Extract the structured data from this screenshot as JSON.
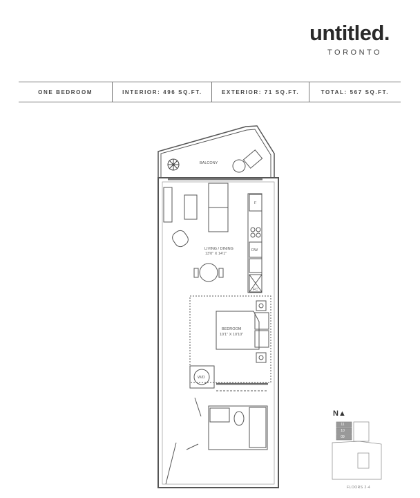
{
  "brand": {
    "name": "untitled.",
    "city": "TORONTO"
  },
  "specs": [
    {
      "label": "ONE BEDROOM"
    },
    {
      "label": "INTERIOR: 496 SQ.FT."
    },
    {
      "label": "EXTERIOR: 71 SQ.FT."
    },
    {
      "label": "TOTAL: 567 SQ.FT."
    }
  ],
  "plan": {
    "balcony": "BALCONY",
    "living": {
      "name": "LIVING / DINING",
      "size": "13'0\" X 14'1\""
    },
    "bedroom": {
      "name": "BEDROOM",
      "size": "10'1\" X 10'10\""
    },
    "fridge": "F",
    "dishwasher": "DW",
    "closet": "FC",
    "laundry": "W/D"
  },
  "keyplan": {
    "north": "N▲",
    "units": [
      "11",
      "10",
      "09"
    ],
    "floors": "FLOORS 2-4"
  }
}
